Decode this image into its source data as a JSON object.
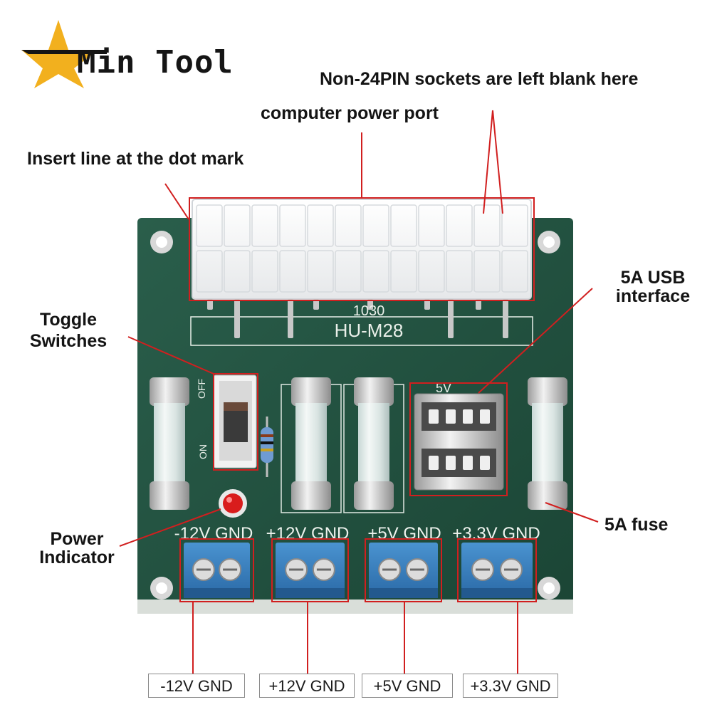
{
  "brand": {
    "logo_text": "Min Tool",
    "accent_color": "#f2b01e"
  },
  "callouts": {
    "non24": "Non-24PIN sockets are left blank here",
    "power_port": "computer power port",
    "dot_mark": "Insert line at the dot mark",
    "toggle_l1": "Toggle",
    "toggle_l2": "Switches",
    "usb_l1": "5A USB",
    "usb_l2": "interface",
    "fuse": "5A fuse",
    "power_ind_l1": "Power",
    "power_ind_l2": "Indicator"
  },
  "board": {
    "model_code": "1030",
    "model_name": "HU-M28",
    "switch_off": "OFF",
    "switch_on": "ON",
    "usb_mark": "5V",
    "silk_labels": [
      "-12V GND",
      "+12V GND",
      "+5V GND",
      "+3.3V GND"
    ],
    "pcb_color": "#1f4e3d",
    "terminal_color": "#2f78b8",
    "highlight_color": "#d11f1f"
  },
  "bottom_labels": [
    "-12V GND",
    "+12V GND",
    "+5V GND",
    "+3.3V GND"
  ]
}
